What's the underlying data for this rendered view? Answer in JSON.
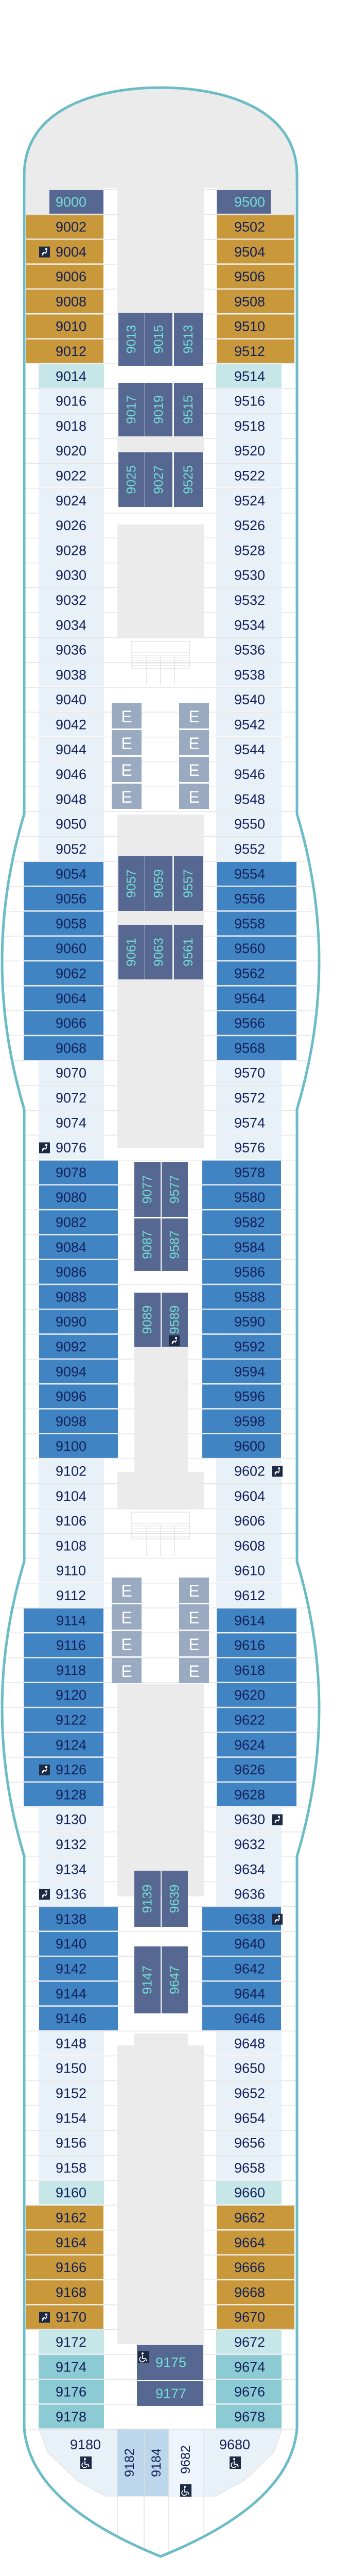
{
  "deck_plan": {
    "colors": {
      "hull": "#6bbcc6",
      "gray_area": "#ebebeb",
      "gold": "#c8983a",
      "slate": "#566791",
      "light": "#e8f0f8",
      "light_teal": "#c7e6e8",
      "medium_teal": "#8ccbd3",
      "blue": "#4084c4",
      "pale_blue": "#bcd6ec",
      "elevator": "#9aaac0",
      "text_dark": "#14215a",
      "text_teal": "#72ded6"
    },
    "port_cabins": [
      [
        "9000",
        "slate"
      ],
      [
        "9002",
        "gold"
      ],
      [
        "9004",
        "gold",
        "accessible"
      ],
      [
        "9006",
        "gold"
      ],
      [
        "9008",
        "gold"
      ],
      [
        "9010",
        "gold"
      ],
      [
        "9012",
        "gold"
      ],
      [
        "9014",
        "light_teal"
      ],
      [
        "9016",
        "light"
      ],
      [
        "9018",
        "light"
      ],
      [
        "9020",
        "light"
      ],
      [
        "9022",
        "light"
      ],
      [
        "9024",
        "light"
      ],
      [
        "9026",
        "light"
      ],
      [
        "9028",
        "light"
      ],
      [
        "9030",
        "light"
      ],
      [
        "9032",
        "light"
      ],
      [
        "9034",
        "light"
      ],
      [
        "9036",
        "light"
      ],
      [
        "9038",
        "light"
      ],
      [
        "9040",
        "light"
      ],
      [
        "9042",
        "light"
      ],
      [
        "9044",
        "light"
      ],
      [
        "9046",
        "light"
      ],
      [
        "9048",
        "light"
      ],
      [
        "9050",
        "light"
      ],
      [
        "9052",
        "light"
      ],
      [
        "9054",
        "blue"
      ],
      [
        "9056",
        "blue"
      ],
      [
        "9058",
        "blue"
      ],
      [
        "9060",
        "blue"
      ],
      [
        "9062",
        "blue"
      ],
      [
        "9064",
        "blue"
      ],
      [
        "9066",
        "blue"
      ],
      [
        "9068",
        "blue"
      ],
      [
        "9070",
        "light"
      ],
      [
        "9072",
        "light"
      ],
      [
        "9074",
        "light"
      ],
      [
        "9076",
        "light",
        "accessible"
      ],
      [
        "9078",
        "blue"
      ],
      [
        "9080",
        "blue"
      ],
      [
        "9082",
        "blue"
      ],
      [
        "9084",
        "blue"
      ],
      [
        "9086",
        "blue"
      ],
      [
        "9088",
        "blue"
      ],
      [
        "9090",
        "blue"
      ],
      [
        "9092",
        "blue"
      ],
      [
        "9094",
        "blue"
      ],
      [
        "9096",
        "blue"
      ],
      [
        "9098",
        "blue"
      ],
      [
        "9100",
        "blue"
      ],
      [
        "9102",
        "light"
      ],
      [
        "9104",
        "light"
      ],
      [
        "9106",
        "light"
      ],
      [
        "9108",
        "light"
      ],
      [
        "9110",
        "light"
      ],
      [
        "9112",
        "light"
      ],
      [
        "9114",
        "blue"
      ],
      [
        "9116",
        "blue"
      ],
      [
        "9118",
        "blue"
      ],
      [
        "9120",
        "blue"
      ],
      [
        "9122",
        "blue"
      ],
      [
        "9124",
        "blue"
      ],
      [
        "9126",
        "blue",
        "accessible"
      ],
      [
        "9128",
        "blue"
      ],
      [
        "9130",
        "light"
      ],
      [
        "9132",
        "light"
      ],
      [
        "9134",
        "light"
      ],
      [
        "9136",
        "light",
        "accessible"
      ],
      [
        "9138",
        "blue"
      ],
      [
        "9140",
        "blue"
      ],
      [
        "9142",
        "blue"
      ],
      [
        "9144",
        "blue"
      ],
      [
        "9146",
        "blue"
      ],
      [
        "9148",
        "light"
      ],
      [
        "9150",
        "light"
      ],
      [
        "9152",
        "light"
      ],
      [
        "9154",
        "light"
      ],
      [
        "9156",
        "light"
      ],
      [
        "9158",
        "light"
      ],
      [
        "9160",
        "light_teal"
      ],
      [
        "9162",
        "gold"
      ],
      [
        "9164",
        "gold"
      ],
      [
        "9166",
        "gold"
      ],
      [
        "9168",
        "gold"
      ],
      [
        "9170",
        "gold",
        "accessible"
      ],
      [
        "9172",
        "light_teal"
      ],
      [
        "9174",
        "medium_teal"
      ],
      [
        "9176",
        "medium_teal"
      ],
      [
        "9178",
        "medium_teal"
      ]
    ],
    "starboard_cabins": [
      [
        "9500",
        "slate"
      ],
      [
        "9502",
        "gold"
      ],
      [
        "9504",
        "gold"
      ],
      [
        "9506",
        "gold"
      ],
      [
        "9508",
        "gold"
      ],
      [
        "9510",
        "gold"
      ],
      [
        "9512",
        "gold"
      ],
      [
        "9514",
        "light_teal"
      ],
      [
        "9516",
        "light"
      ],
      [
        "9518",
        "light"
      ],
      [
        "9520",
        "light"
      ],
      [
        "9522",
        "light"
      ],
      [
        "9524",
        "light"
      ],
      [
        "9526",
        "light"
      ],
      [
        "9528",
        "light"
      ],
      [
        "9530",
        "light"
      ],
      [
        "9532",
        "light"
      ],
      [
        "9534",
        "light"
      ],
      [
        "9536",
        "light"
      ],
      [
        "9538",
        "light"
      ],
      [
        "9540",
        "light"
      ],
      [
        "9542",
        "light"
      ],
      [
        "9544",
        "light"
      ],
      [
        "9546",
        "light"
      ],
      [
        "9548",
        "light"
      ],
      [
        "9550",
        "light"
      ],
      [
        "9552",
        "light"
      ],
      [
        "9554",
        "blue"
      ],
      [
        "9556",
        "blue"
      ],
      [
        "9558",
        "blue"
      ],
      [
        "9560",
        "blue"
      ],
      [
        "9562",
        "blue"
      ],
      [
        "9564",
        "blue"
      ],
      [
        "9566",
        "blue"
      ],
      [
        "9568",
        "blue"
      ],
      [
        "9570",
        "light"
      ],
      [
        "9572",
        "light"
      ],
      [
        "9574",
        "light"
      ],
      [
        "9576",
        "light"
      ],
      [
        "9578",
        "blue"
      ],
      [
        "9580",
        "blue"
      ],
      [
        "9582",
        "blue"
      ],
      [
        "9584",
        "blue"
      ],
      [
        "9586",
        "blue"
      ],
      [
        "9588",
        "blue"
      ],
      [
        "9590",
        "blue"
      ],
      [
        "9592",
        "blue"
      ],
      [
        "9594",
        "blue"
      ],
      [
        "9596",
        "blue"
      ],
      [
        "9598",
        "blue"
      ],
      [
        "9600",
        "blue"
      ],
      [
        "9602",
        "light",
        "accessible"
      ],
      [
        "9604",
        "light"
      ],
      [
        "9606",
        "light"
      ],
      [
        "9608",
        "light"
      ],
      [
        "9610",
        "light"
      ],
      [
        "9612",
        "light"
      ],
      [
        "9614",
        "blue"
      ],
      [
        "9616",
        "blue"
      ],
      [
        "9618",
        "blue"
      ],
      [
        "9620",
        "blue"
      ],
      [
        "9622",
        "blue"
      ],
      [
        "9624",
        "blue"
      ],
      [
        "9626",
        "blue"
      ],
      [
        "9628",
        "blue"
      ],
      [
        "9630",
        "light",
        "accessible"
      ],
      [
        "9632",
        "light"
      ],
      [
        "9634",
        "light"
      ],
      [
        "9636",
        "light"
      ],
      [
        "9638",
        "blue",
        "accessible"
      ],
      [
        "9640",
        "blue"
      ],
      [
        "9642",
        "blue"
      ],
      [
        "9644",
        "blue"
      ],
      [
        "9646",
        "blue"
      ],
      [
        "9648",
        "light"
      ],
      [
        "9650",
        "light"
      ],
      [
        "9652",
        "light"
      ],
      [
        "9654",
        "light"
      ],
      [
        "9656",
        "light"
      ],
      [
        "9658",
        "light"
      ],
      [
        "9660",
        "light_teal"
      ],
      [
        "9662",
        "gold"
      ],
      [
        "9664",
        "gold"
      ],
      [
        "9666",
        "gold"
      ],
      [
        "9668",
        "gold"
      ],
      [
        "9670",
        "gold"
      ],
      [
        "9672",
        "light_teal"
      ],
      [
        "9674",
        "medium_teal"
      ],
      [
        "9676",
        "medium_teal"
      ],
      [
        "9678",
        "medium_teal"
      ]
    ],
    "inside_cabins": [
      [
        "9013",
        "9015",
        "9513"
      ],
      [
        "9017",
        "9019",
        "9515"
      ],
      [
        "9025",
        "9027",
        "9525"
      ],
      [
        "9057",
        "9059",
        "9557"
      ],
      [
        "9061",
        "9063",
        "9561"
      ],
      [
        "9077",
        "9577"
      ],
      [
        "9087",
        "9587"
      ],
      [
        "9089",
        "9589"
      ],
      [
        "9139",
        "9639"
      ],
      [
        "9147",
        "9647"
      ]
    ],
    "inside_accessible": [
      "9589"
    ],
    "aft_inside_cabins": [
      {
        "number": "9175",
        "icon": "wheelchair"
      },
      {
        "number": "9177"
      }
    ],
    "aft_cabins": [
      {
        "number": "9180",
        "color": "light",
        "icon": "wheelchair"
      },
      {
        "number": "9182",
        "color": "pale_blue"
      },
      {
        "number": "9184",
        "color": "pale_blue"
      },
      {
        "number": "9682",
        "color": "light",
        "icon": "wheelchair"
      },
      {
        "number": "9680",
        "color": "light",
        "icon": "wheelchair"
      }
    ],
    "elevator_label": "E",
    "elevator_banks": 2
  }
}
